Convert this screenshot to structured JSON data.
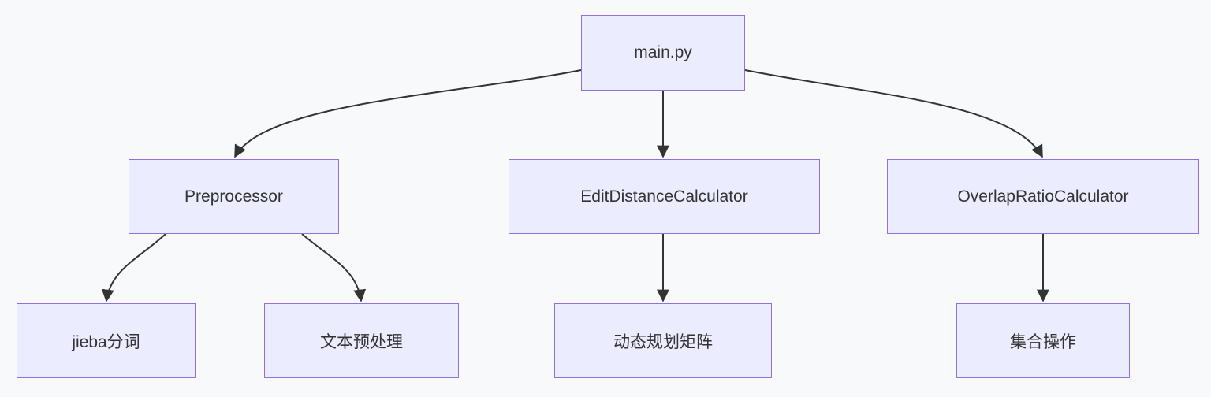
{
  "diagram": {
    "type": "flowchart",
    "direction": "top-down",
    "nodes": [
      {
        "id": "main",
        "label": "main.py"
      },
      {
        "id": "preprocessor",
        "label": "Preprocessor"
      },
      {
        "id": "edit_distance",
        "label": "EditDistanceCalculator"
      },
      {
        "id": "overlap_ratio",
        "label": "OverlapRatioCalculator"
      },
      {
        "id": "jieba",
        "label": "jieba分词"
      },
      {
        "id": "text_preprocess",
        "label": "文本预处理"
      },
      {
        "id": "dp_matrix",
        "label": "动态规划矩阵"
      },
      {
        "id": "set_ops",
        "label": "集合操作"
      }
    ],
    "edges": [
      {
        "from": "main",
        "to": "preprocessor"
      },
      {
        "from": "main",
        "to": "edit_distance"
      },
      {
        "from": "main",
        "to": "overlap_ratio"
      },
      {
        "from": "preprocessor",
        "to": "jieba"
      },
      {
        "from": "preprocessor",
        "to": "text_preprocess"
      },
      {
        "from": "edit_distance",
        "to": "dp_matrix"
      },
      {
        "from": "overlap_ratio",
        "to": "set_ops"
      }
    ],
    "colors": {
      "node_fill": "#ECECFF",
      "node_border": "#9370DB",
      "edge_stroke": "#333333",
      "text": "#333333",
      "background": "#F8F9FA"
    }
  }
}
